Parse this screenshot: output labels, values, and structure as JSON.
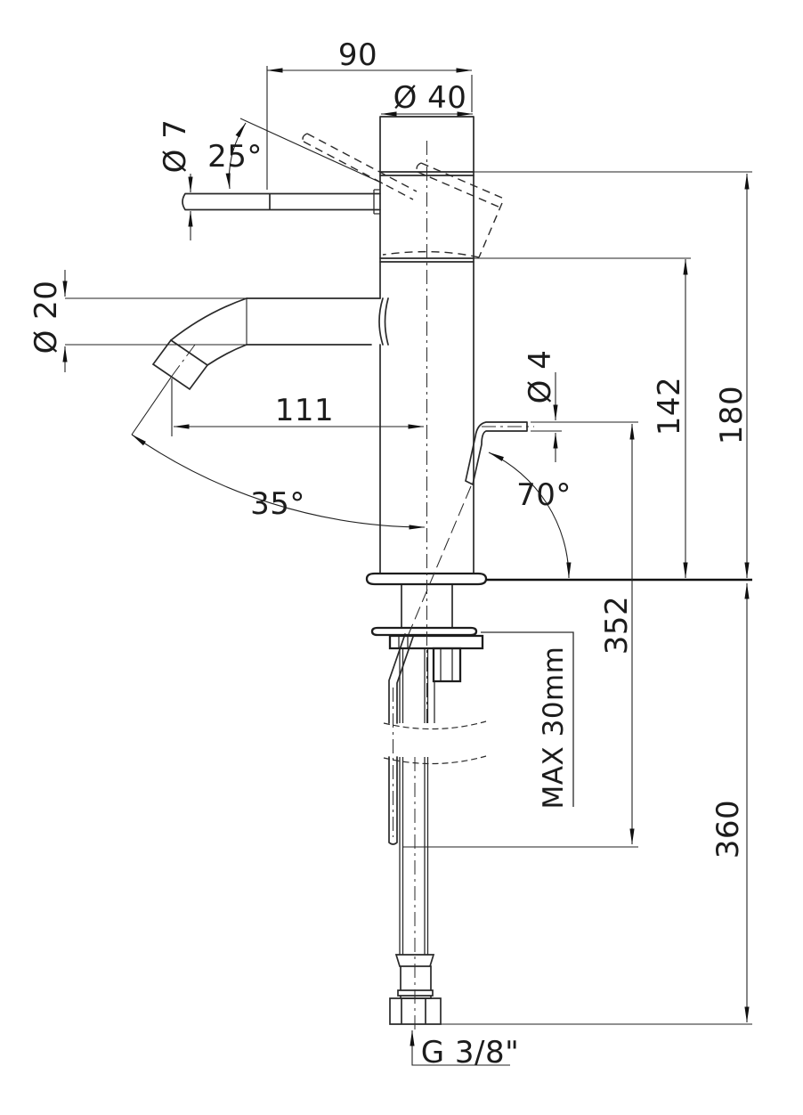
{
  "drawing": {
    "subject": "Single-lever basin mixer tap — dimensioned side elevation",
    "background_color": "#ffffff",
    "line_color": "#222222",
    "dimensions": {
      "handle_length": "90",
      "body_diameter": "Ø 40",
      "handle_rod_diameter": "Ø 7",
      "handle_opening_angle": "25°",
      "spout_tube_diameter": "Ø 20",
      "spout_reach": "111",
      "aerator_angle": "35°",
      "drain_rod_diameter": "Ø 4",
      "drain_rod_angle": "70°",
      "height_to_spout": "142",
      "overall_height": "180",
      "drain_rod_length": "352",
      "max_counter_thickness": "MAX 30mm",
      "hose_drop": "360",
      "supply_connection": "G 3/8\""
    }
  }
}
